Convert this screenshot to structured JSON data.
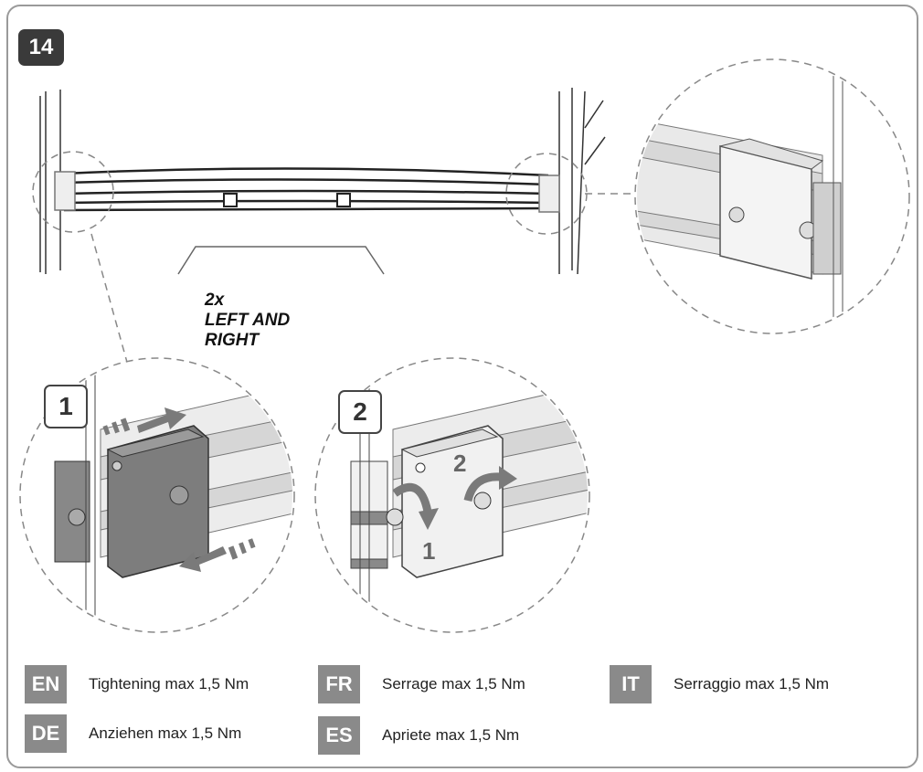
{
  "step": {
    "number": "14"
  },
  "substeps": [
    {
      "number": "1"
    },
    {
      "number": "2"
    }
  ],
  "note": {
    "line1": "2x",
    "line2": "LEFT AND",
    "line3": "RIGHT"
  },
  "detail2": {
    "rotate_label_1": "1",
    "rotate_label_2": "2"
  },
  "legend": [
    {
      "code": "EN",
      "text": "Tightening max 1,5 Nm"
    },
    {
      "code": "FR",
      "text": "Serrage max 1,5 Nm"
    },
    {
      "code": "IT",
      "text": "Serraggio max 1,5 Nm"
    },
    {
      "code": "DE",
      "text": "Anziehen max 1,5 Nm"
    },
    {
      "code": "ES",
      "text": "Apriete max 1,5 Nm"
    }
  ],
  "colors": {
    "frame": "#9a9a9a",
    "badge_dark": "#3a3a3a",
    "lang_badge": "#8a8a8a",
    "arrow": "#7a7a7a",
    "part_dark": "#7d7d7d",
    "part_light": "#e6e6e6"
  }
}
